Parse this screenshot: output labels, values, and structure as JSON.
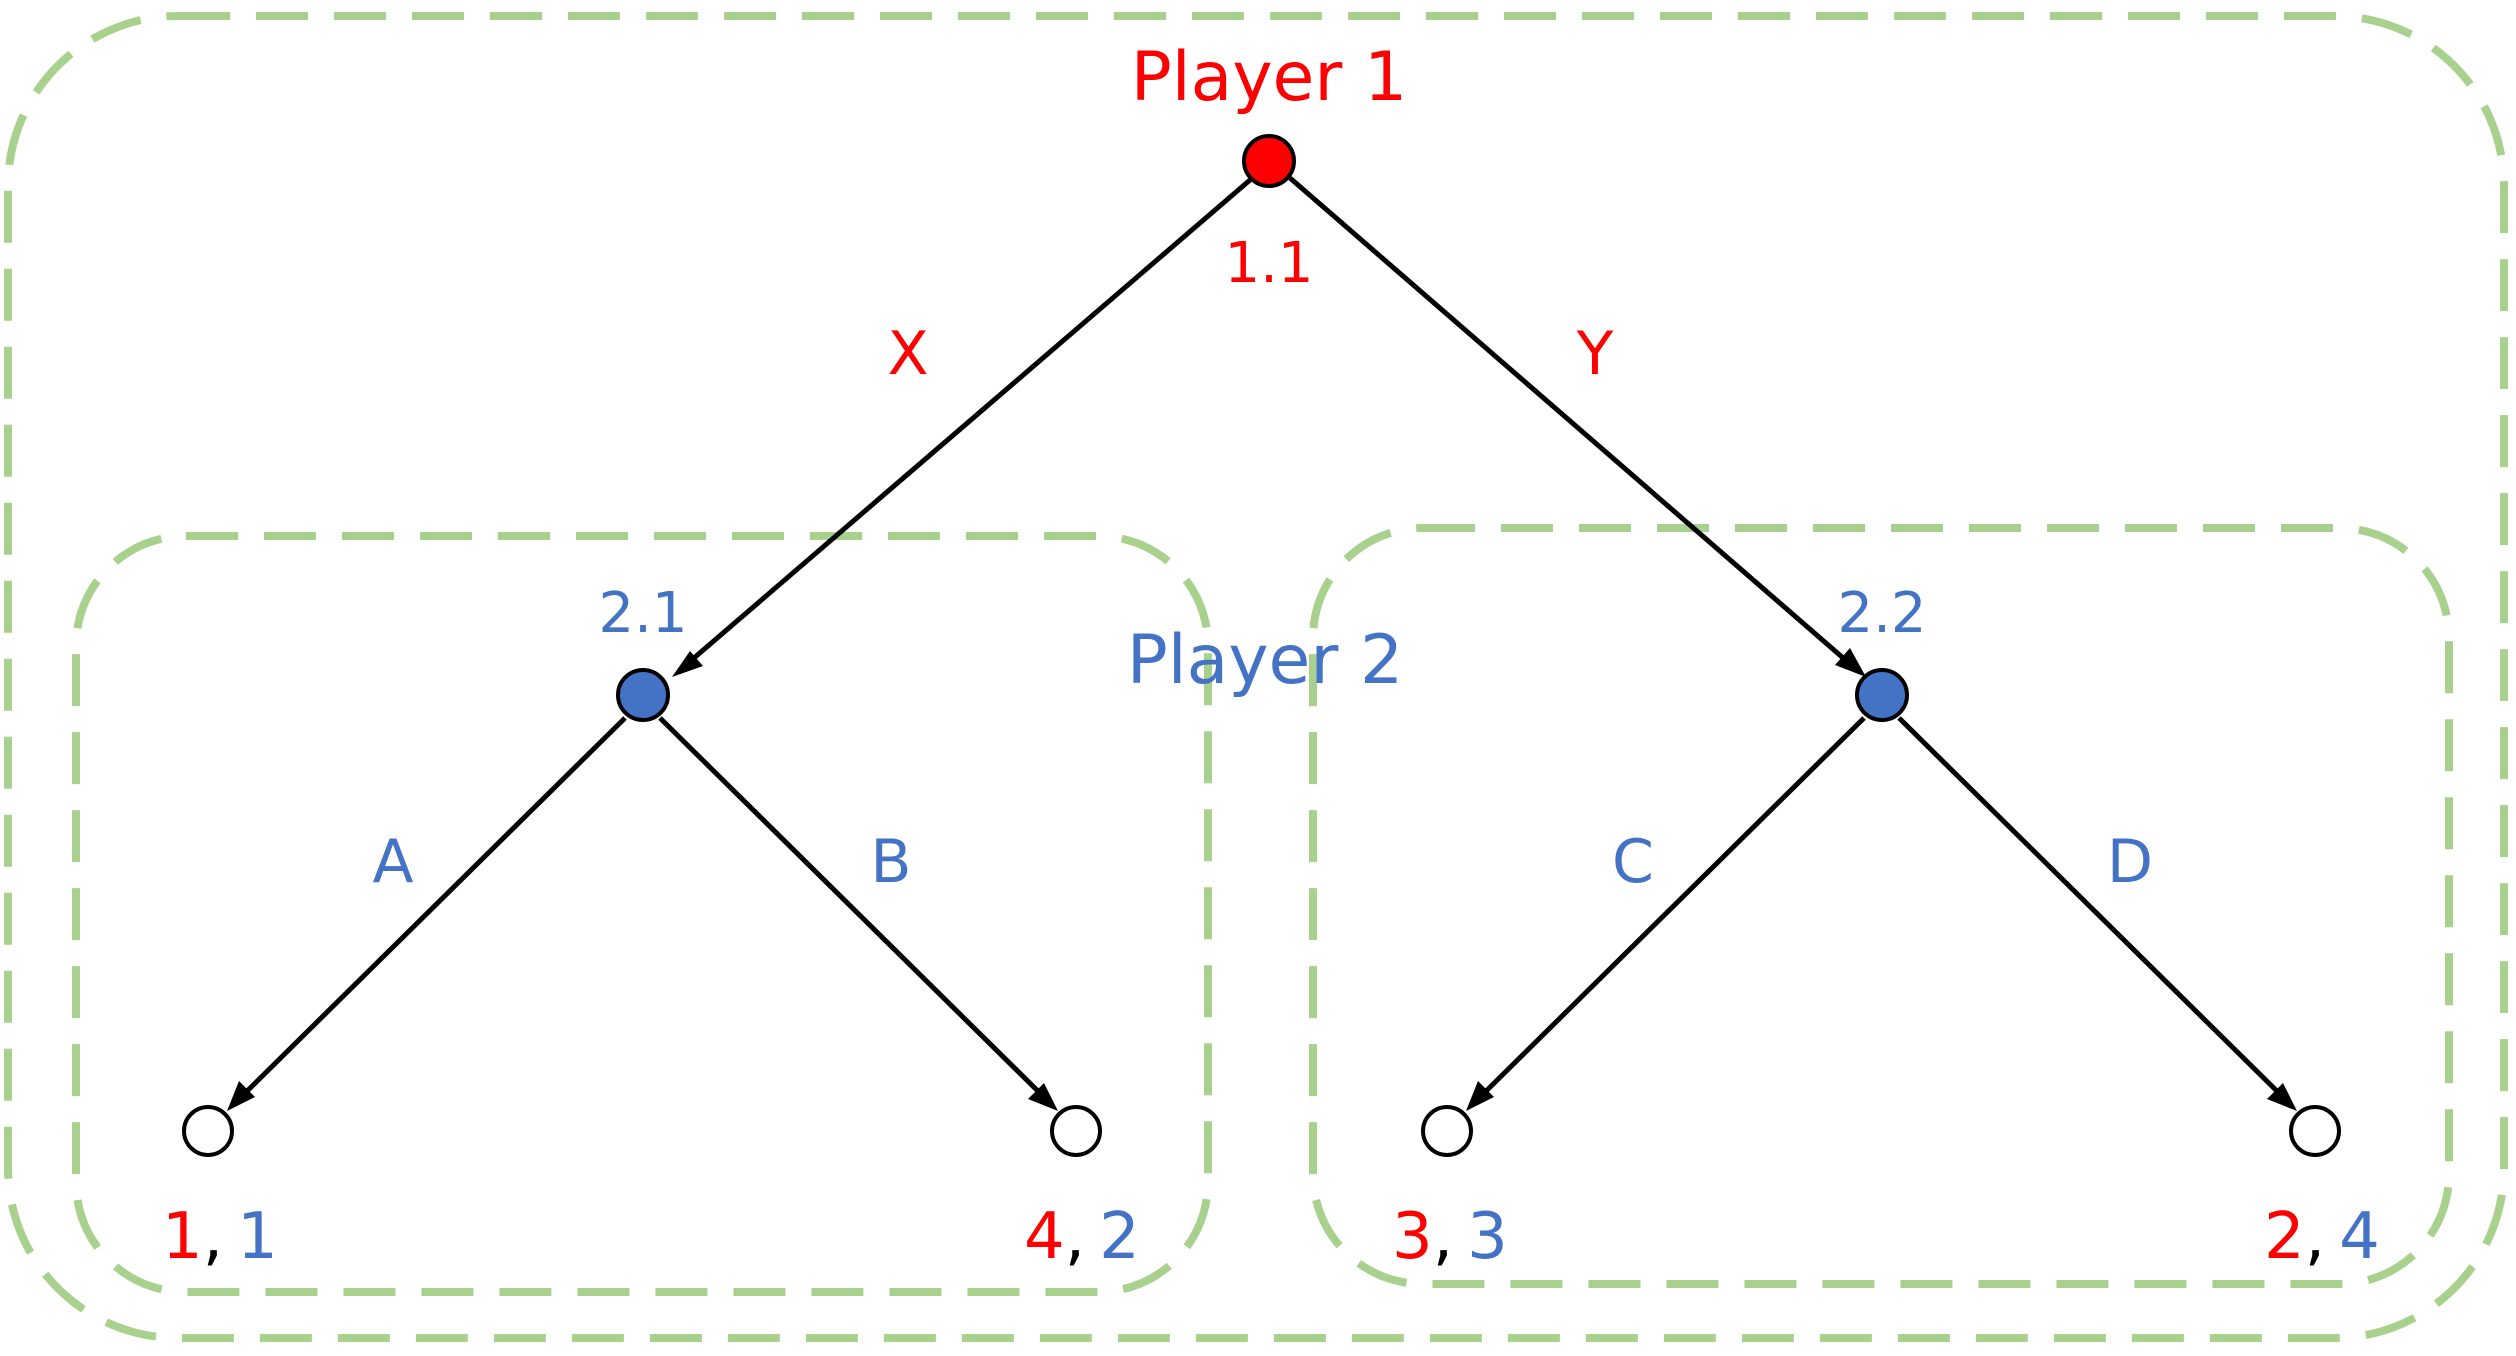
{
  "colors": {
    "player1": "#ff0000",
    "player2": "#4472c4",
    "edge": "#000000",
    "subgame_boundary": "#a9d18e",
    "terminal_fill": "#ffffff",
    "comma": "#000000"
  },
  "players": {
    "player1_label": "Player 1",
    "player2_label": "Player 2"
  },
  "nodes": {
    "n11": {
      "label": "1.1"
    },
    "n21": {
      "label": "2.1"
    },
    "n22": {
      "label": "2.2"
    }
  },
  "moves": {
    "x": "X",
    "y": "Y",
    "a": "A",
    "b": "B",
    "c": "C",
    "d": "D"
  },
  "payoffs": [
    {
      "p1": "1",
      "sep": ",",
      "p2": "1"
    },
    {
      "p1": "4",
      "sep": ",",
      "p2": "2"
    },
    {
      "p1": "3",
      "sep": ",",
      "p2": "3"
    },
    {
      "p1": "2",
      "sep": ",",
      "p2": "4"
    }
  ]
}
